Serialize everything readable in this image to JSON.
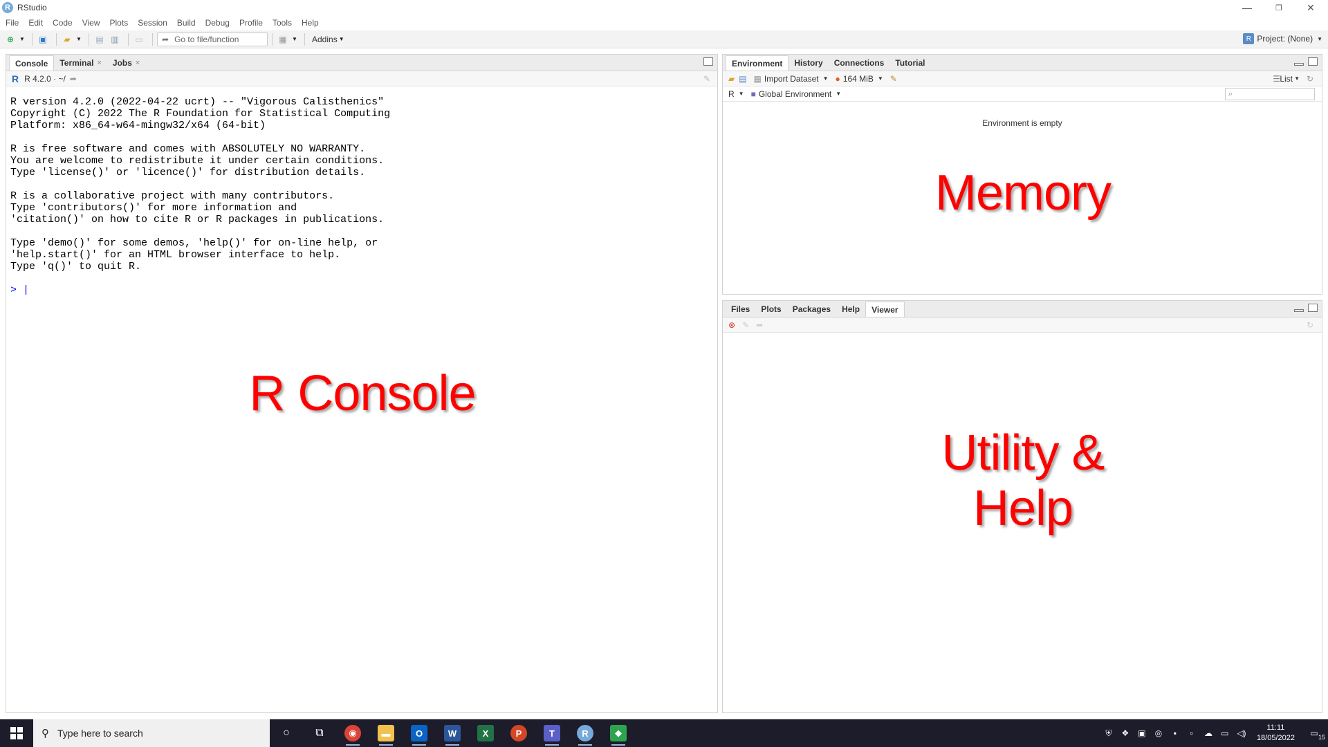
{
  "window": {
    "title": "RStudio",
    "logo_letter": "R",
    "controls": {
      "minimize": "—",
      "restore": "❐",
      "close": "✕"
    }
  },
  "menubar": [
    "File",
    "Edit",
    "Code",
    "View",
    "Plots",
    "Session",
    "Build",
    "Debug",
    "Profile",
    "Tools",
    "Help"
  ],
  "toolbar": {
    "goto_placeholder": "Go to file/function",
    "addins_label": "Addins",
    "project_label": "Project: (None)"
  },
  "console_pane": {
    "tabs": [
      {
        "label": "Console",
        "closable": false,
        "active": true
      },
      {
        "label": "Terminal",
        "closable": true,
        "active": false
      },
      {
        "label": "Jobs",
        "closable": true,
        "active": false
      }
    ],
    "version_label": "R 4.2.0 · ~/",
    "output": "R version 4.2.0 (2022-04-22 ucrt) -- \"Vigorous Calisthenics\"\nCopyright (C) 2022 The R Foundation for Statistical Computing\nPlatform: x86_64-w64-mingw32/x64 (64-bit)\n\nR is free software and comes with ABSOLUTELY NO WARRANTY.\nYou are welcome to redistribute it under certain conditions.\nType 'license()' or 'licence()' for distribution details.\n\nR is a collaborative project with many contributors.\nType 'contributors()' for more information and\n'citation()' on how to cite R or R packages in publications.\n\nType 'demo()' for some demos, 'help()' for on-line help, or\n'help.start()' for an HTML browser interface to help.\nType 'q()' to quit R.",
    "prompt": "> |",
    "overlay_label": "R Console"
  },
  "env_pane": {
    "tabs": [
      {
        "label": "Environment",
        "active": true
      },
      {
        "label": "History",
        "active": false
      },
      {
        "label": "Connections",
        "active": false
      },
      {
        "label": "Tutorial",
        "active": false
      }
    ],
    "import_label": "Import Dataset",
    "memory_label": "164 MiB",
    "view_label": "List",
    "language_label": "R",
    "scope_label": "Global Environment",
    "empty_message": "Environment is empty",
    "overlay_label": "Memory"
  },
  "files_pane": {
    "tabs": [
      {
        "label": "Files",
        "active": false
      },
      {
        "label": "Plots",
        "active": false
      },
      {
        "label": "Packages",
        "active": false
      },
      {
        "label": "Help",
        "active": false
      },
      {
        "label": "Viewer",
        "active": true
      }
    ],
    "overlay_label_line1": "Utility &",
    "overlay_label_line2": "Help"
  },
  "taskbar": {
    "search_placeholder": "Type here to search",
    "apps": [
      {
        "name": "cortana",
        "glyph": "○",
        "color": ""
      },
      {
        "name": "task-view",
        "glyph": "⧉",
        "color": ""
      },
      {
        "name": "chrome",
        "glyph": "◉",
        "color": "#db4437"
      },
      {
        "name": "file-explorer",
        "glyph": "▬",
        "color": "#f2c14e"
      },
      {
        "name": "outlook",
        "glyph": "O",
        "color": "#0a64c8"
      },
      {
        "name": "word",
        "glyph": "W",
        "color": "#2b579a"
      },
      {
        "name": "excel",
        "glyph": "X",
        "color": "#217346"
      },
      {
        "name": "powerpoint",
        "glyph": "P",
        "color": "#d24726"
      },
      {
        "name": "teams",
        "glyph": "T",
        "color": "#5b5fc7"
      },
      {
        "name": "rstudio",
        "glyph": "R",
        "color": "#75aadb"
      },
      {
        "name": "other-app",
        "glyph": "◆",
        "color": "#2ea44f"
      }
    ],
    "time": "11:11",
    "date": "18/05/2022",
    "notification_count": "15"
  },
  "colors": {
    "overlay_red": "#ff0000",
    "prompt_blue": "#0000ff",
    "taskbar_bg": "#1c1c2b"
  }
}
